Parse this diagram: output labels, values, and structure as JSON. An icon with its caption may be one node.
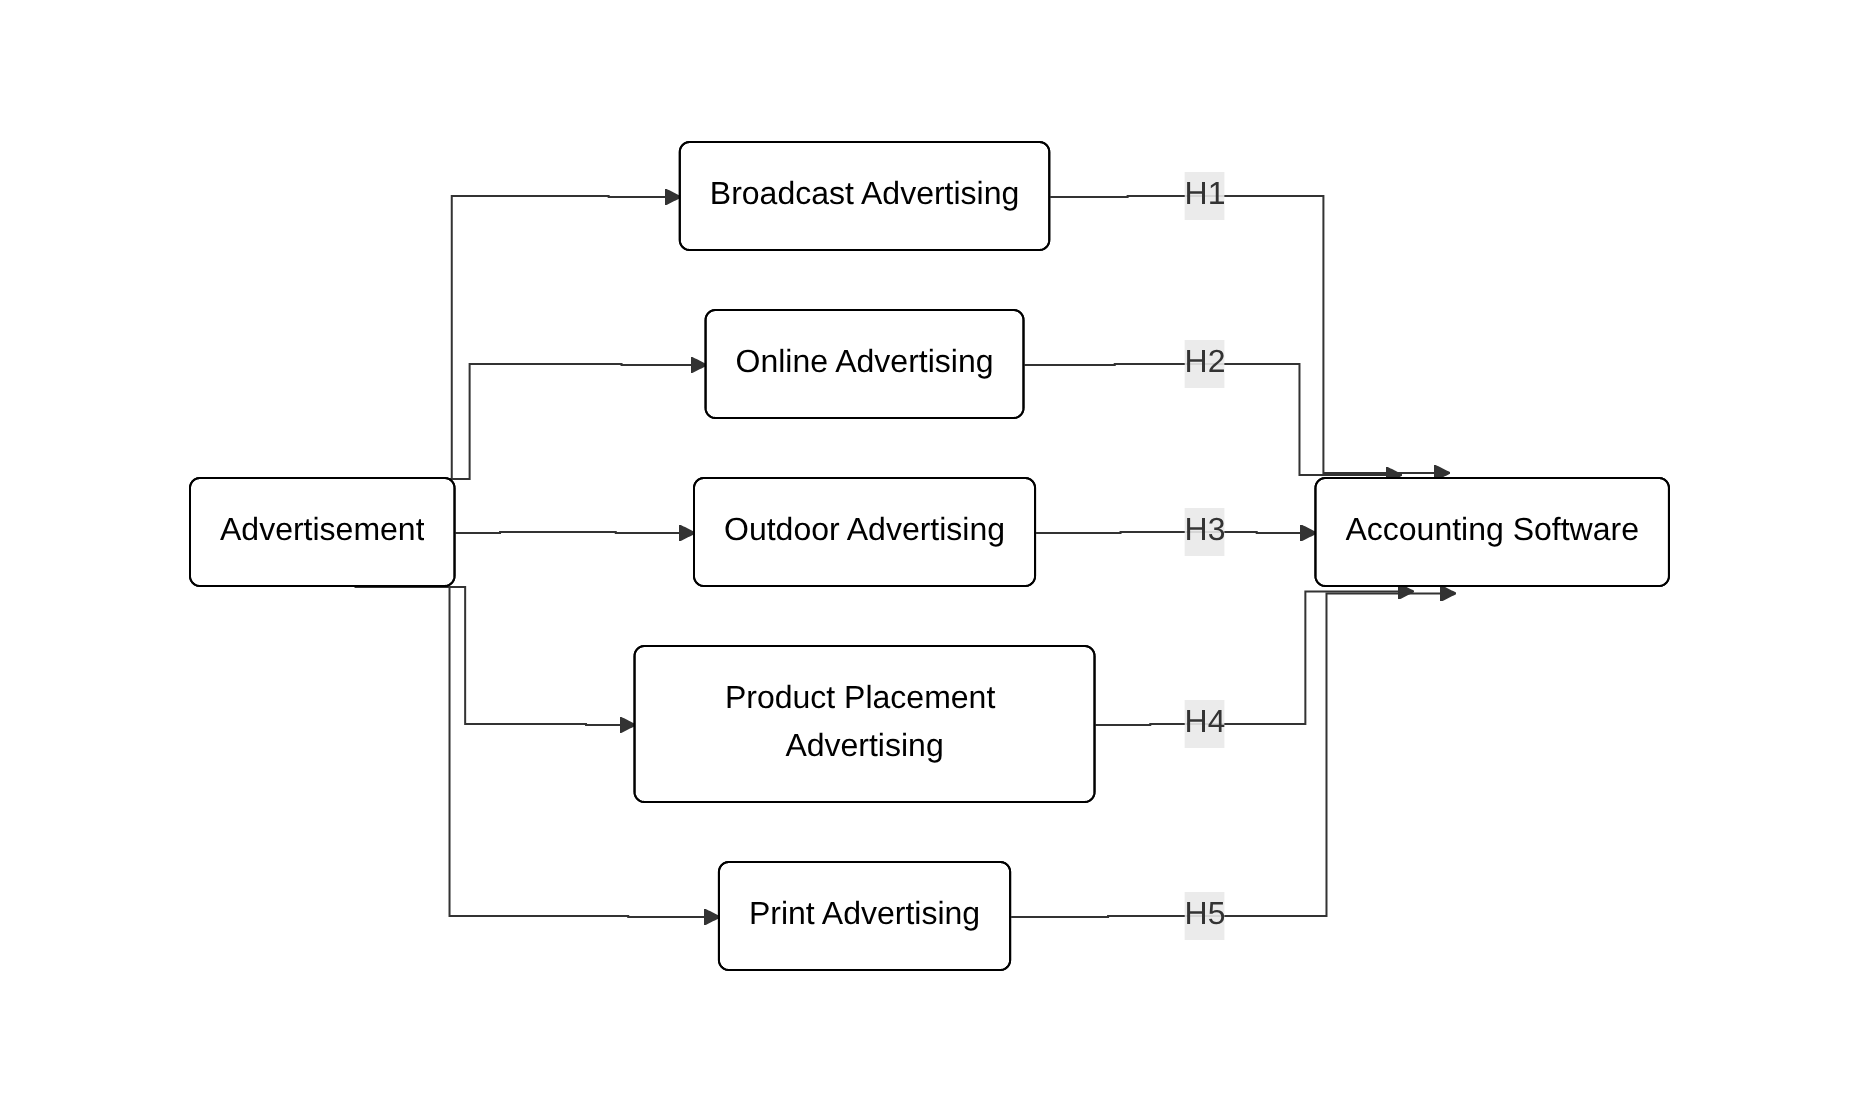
{
  "diagram": {
    "nodes": [
      {
        "text": [
          "Advertisement"
        ]
      },
      {
        "text": [
          "Broadcast Advertising"
        ]
      },
      {
        "text": [
          "Online Advertising"
        ]
      },
      {
        "text": [
          "Outdoor Advertising"
        ]
      },
      {
        "text": [
          "Product Placement Advertising"
        ]
      },
      {
        "text": [
          "Print Advertising"
        ]
      },
      {
        "text": [
          "Accounting Software"
        ]
      }
    ],
    "edges": [
      {
        "from": 0,
        "to": 1,
        "arrow": "to"
      },
      {
        "from": 0,
        "to": 2,
        "arrow": "to"
      },
      {
        "from": 0,
        "to": 3,
        "arrow": "to"
      },
      {
        "from": 0,
        "to": 4,
        "arrow": "to"
      },
      {
        "from": 0,
        "to": 5,
        "arrow": "to"
      },
      {
        "from": 1,
        "to": 6,
        "label": "H1",
        "arrow": "to"
      },
      {
        "from": 2,
        "to": 6,
        "label": "H2",
        "arrow": "to"
      },
      {
        "from": 3,
        "to": 6,
        "label": "H3",
        "arrow": "to"
      },
      {
        "from": 4,
        "to": 6,
        "label": "H4",
        "arrow": "to"
      },
      {
        "from": 5,
        "to": 6,
        "label": "H5",
        "arrow": "to"
      }
    ]
  }
}
